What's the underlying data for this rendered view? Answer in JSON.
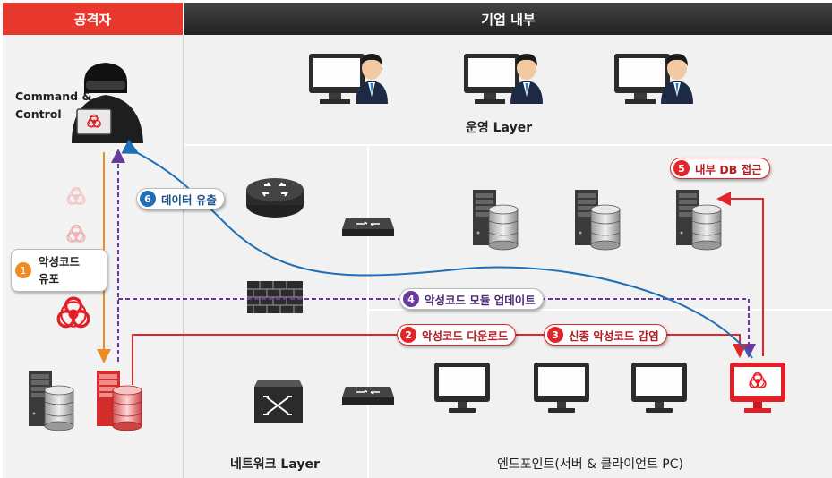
{
  "header": {
    "attacker_label": "공격자",
    "internal_label": "기업 내부"
  },
  "attacker": {
    "cnc_label": "Command &\nControl"
  },
  "layers": {
    "operations": "운영 Layer",
    "network": "네트워크 Layer",
    "endpoint": "엔드포인트(서버 & 클라이언트 PC)"
  },
  "steps": [
    {
      "number": "1",
      "label": "악성코드\n유포"
    },
    {
      "number": "2",
      "label": "악성코드 다운로드"
    },
    {
      "number": "3",
      "label": "신종 악성코드 감염"
    },
    {
      "number": "4",
      "label": "악성코드 모듈 업데이트"
    },
    {
      "number": "5",
      "label": "내부 DB 접근"
    },
    {
      "number": "6",
      "label": "데이터 유출"
    }
  ],
  "colors": {
    "attacker_header": "#e8382e",
    "internal_header": "#2d2d2d",
    "panel": "#f1f1f1",
    "step_orange": "#f08a24",
    "step_red": "#e0262b",
    "step_purple": "#6a3a9e",
    "step_blue": "#1f6fb6",
    "device_dark": "#2b2b2b",
    "infected_red": "#e41e26"
  },
  "icons": [
    "hacker-icon",
    "biohazard-icon",
    "router-icon",
    "switch-icon",
    "firewall-icon",
    "server-db-icon",
    "monitor-icon",
    "operator-icon"
  ]
}
